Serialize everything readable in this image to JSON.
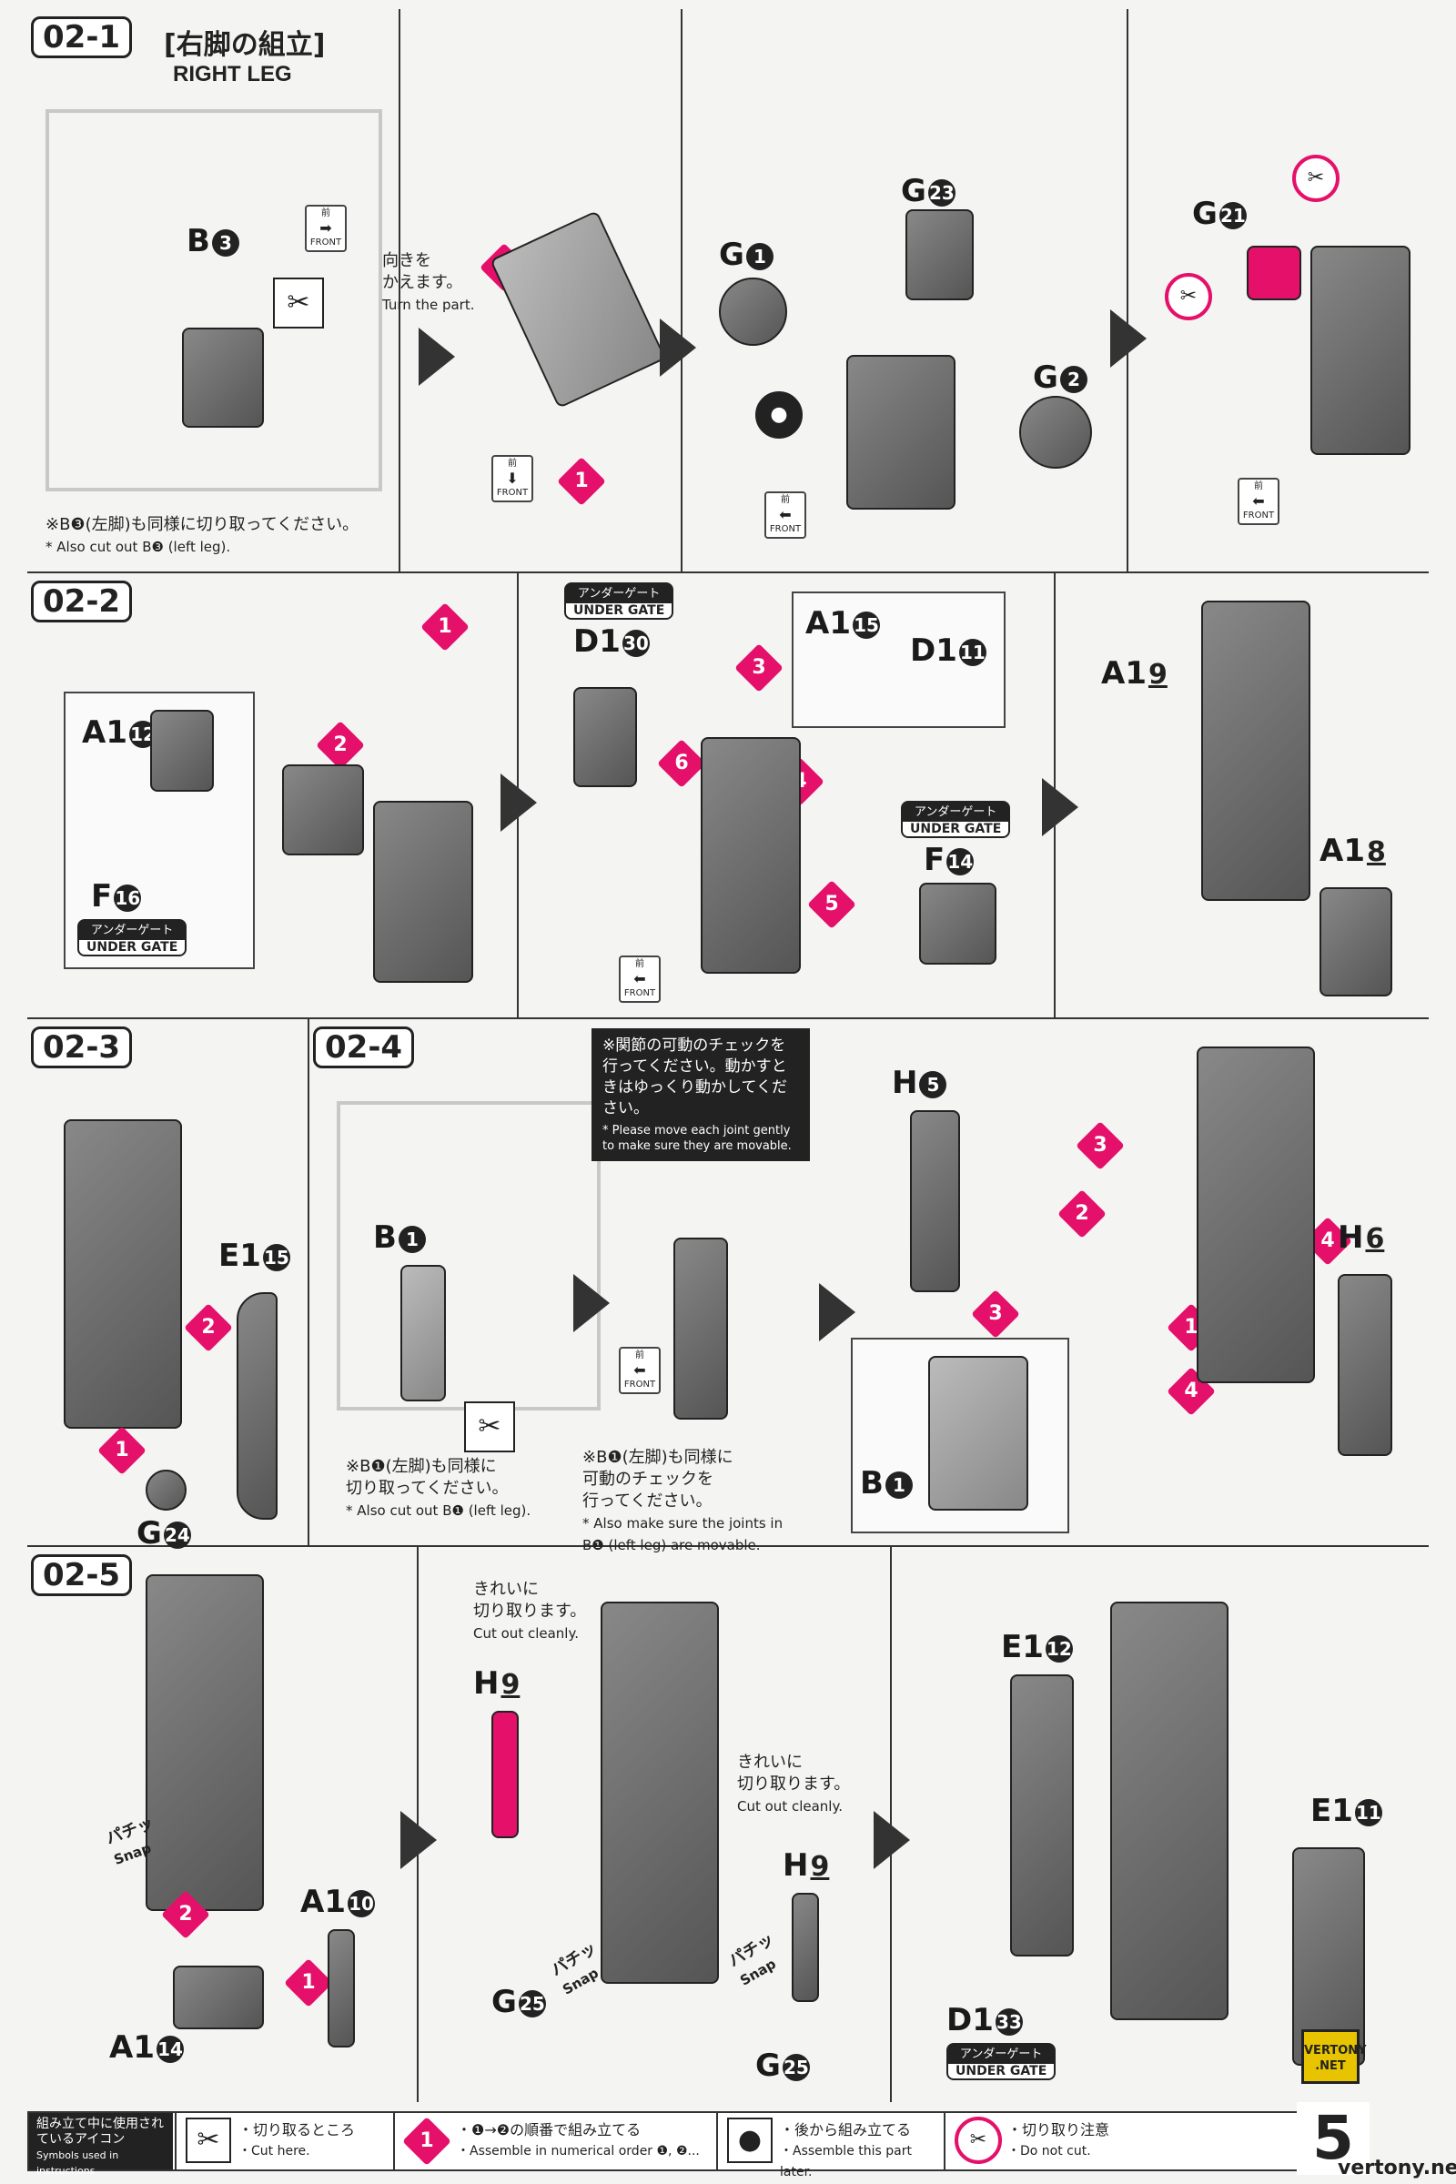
{
  "row1": {
    "step": "02-1",
    "title_jp": "[右脚の組立]",
    "title_en": "RIGHT LEG",
    "parts": {
      "b": "B",
      "b_num": "3",
      "g1": "G",
      "g1_num": "1",
      "g23": "G",
      "g23_num": "23",
      "g2": "G",
      "g2_num": "2",
      "g21": "G",
      "g21_num": "21"
    },
    "turn_jp": "向きを\nかえます。",
    "turn_en": "Turn the part.",
    "note_jp": "※B❸(左脚)も同様に切り取ってください。",
    "note_en": "* Also cut out B❸ (left leg).",
    "front_jp": "前",
    "front_en": "FRONT"
  },
  "row2": {
    "step": "02-2",
    "parts": {
      "a12": "A1",
      "a12_num": "12",
      "f16": "F",
      "f16_num": "16",
      "d130": "D1",
      "d130_num": "30",
      "a15": "A1",
      "a15_num": "15",
      "d11": "D1",
      "d11_num": "11",
      "f14": "F",
      "f14_num": "14",
      "a19": "A1",
      "a19_num": "9",
      "a18": "A1",
      "a18_num": "8"
    },
    "gate_jp": "アンダーゲート",
    "gate_en": "UNDER GATE"
  },
  "row3": {
    "step_a": "02-3",
    "step_b": "02-4",
    "parts": {
      "e15": "E1",
      "e15_num": "15",
      "g24": "G",
      "g24_num": "24",
      "b1": "B",
      "b1_num": "1",
      "h5": "H",
      "h5_num": "5",
      "h6": "H",
      "h6_num": "6",
      "b1b": "B",
      "b1b_num": "1"
    },
    "black_jp": "※関節の可動のチェックを行ってください。動かすときはゆっくり動かしてください。",
    "black_en": "* Please move each joint gently to make sure they are movable.",
    "cut_note_jp": "※B❶(左脚)も同様に\n切り取ってください。",
    "cut_note_en": "* Also cut out B❶ (left leg).",
    "move_note_jp": "※B❶(左脚)も同様に\n可動のチェックを\n行ってください。",
    "move_note_en": "* Also make sure the joints in B❶ (left leg) are movable."
  },
  "row4": {
    "step": "02-5",
    "parts": {
      "a10": "A1",
      "a10_num": "10",
      "a14": "A1",
      "a14_num": "14",
      "h9a": "H",
      "h9a_num": "9",
      "h9b": "H",
      "h9b_num": "9",
      "g25a": "G",
      "g25a_num": "25",
      "g25b": "G",
      "g25b_num": "25",
      "e12": "E1",
      "e12_num": "12",
      "e11": "E1",
      "e11_num": "11",
      "d13": "D1",
      "d13_num": "33"
    },
    "snap_jp": "パチッ",
    "snap_en": "Snap",
    "clean_jp": "きれいに\n切り取ります。",
    "clean_en": "Cut out cleanly.",
    "gate_jp": "アンダーゲート",
    "gate_en": "UNDER GATE"
  },
  "legend": {
    "head_jp": "組み立て中に使用されているアイコン",
    "head_en": "Symbols used in instructions",
    "items": [
      {
        "jp": "・切り取るところ",
        "en": "・Cut here."
      },
      {
        "jp": "・❶→❷の順番で組み立てる",
        "en": "・Assemble in numerical order ❶, ❷..."
      },
      {
        "jp": "・後から組み立てる",
        "en": "・Assemble this part later."
      },
      {
        "jp": "・切り取り注意",
        "en": "・Do not cut."
      }
    ]
  },
  "page_number": "5",
  "logo_text": "VERTONY\n.NET",
  "watermark": "vertony.net",
  "colors": {
    "accent": "#e4106a",
    "ink": "#222222",
    "paper": "#f4f4f2"
  }
}
